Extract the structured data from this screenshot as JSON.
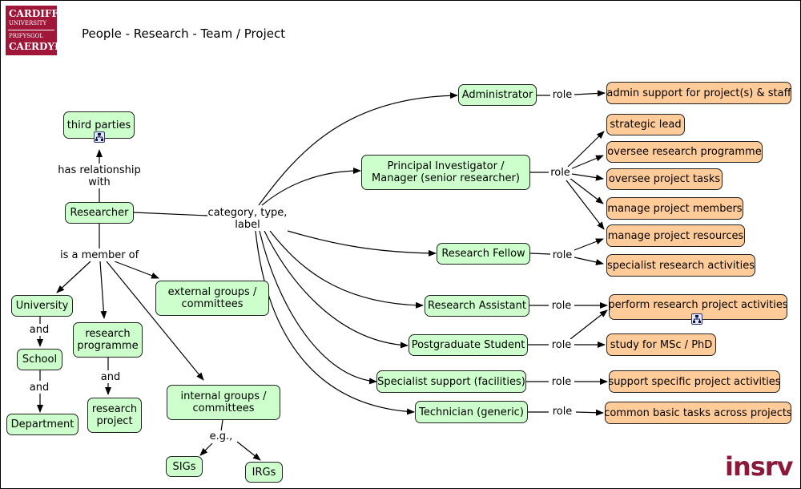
{
  "title": "People - Research - Team / Project",
  "logo": {
    "line1": "CARDIFF",
    "line2": "UNIVERSITY",
    "line3": "PRIFYSGOL",
    "line4": "CAERDYÐ"
  },
  "brand": {
    "text": "insrv"
  },
  "colors": {
    "concept_green": "#ccffcc",
    "concept_orange": "#ffcc99",
    "brand": "#8b1a3a",
    "logo_bg": "#a0173a"
  },
  "concepts": {
    "third_parties": "third parties",
    "researcher": "Researcher",
    "university": "University",
    "school": "School",
    "department": "Department",
    "research_programme": "research programme",
    "research_project": "research project",
    "external_groups": "external groups / committees",
    "internal_groups": "internal groups / committees",
    "sigs": "SIGs",
    "irgs": "IRGs",
    "administrator": "Administrator",
    "pi": "Principal Investigator / Manager (senior researcher)",
    "research_fellow": "Research Fellow",
    "research_assistant": "Research Assistant",
    "postgraduate": "Postgraduate Student",
    "specialist_support": "Specialist support (facilities)",
    "technician": "Technician (generic)",
    "admin_support": "admin support for project(s) & staff",
    "strategic_lead": "strategic lead",
    "oversee_programme": "oversee research programme",
    "oversee_tasks": "oversee project tasks",
    "manage_members": "manage project members",
    "manage_resources": "manage project resources",
    "specialist_activities": "specialist research activities",
    "perform_activities": "perform research project activities",
    "study": "study for MSc / PhD",
    "support_activities": "support specific project activities",
    "common_tasks": "common basic tasks across projects"
  },
  "link_labels": {
    "has_relationship": "has relationship with",
    "is_member": "is a member of",
    "category": "category, type, label",
    "and": "and",
    "eg": "e.g.,",
    "role": "role"
  }
}
